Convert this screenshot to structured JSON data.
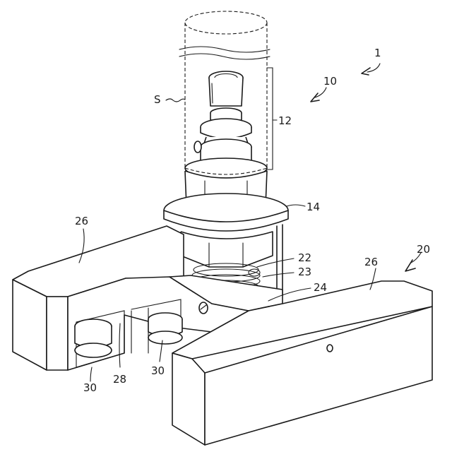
{
  "labels": {
    "assembly": "1",
    "unit_10": "10",
    "portion_12": "12",
    "flange_14": "14",
    "base_20": "20",
    "spring_22": "22",
    "spring_23": "23",
    "plate_24": "24",
    "arm_left_26": "26",
    "arm_right_26": "26",
    "bracket_28": "28",
    "pad_30_left": "30",
    "pad_30_right": "30",
    "sleeve_s": "S"
  }
}
